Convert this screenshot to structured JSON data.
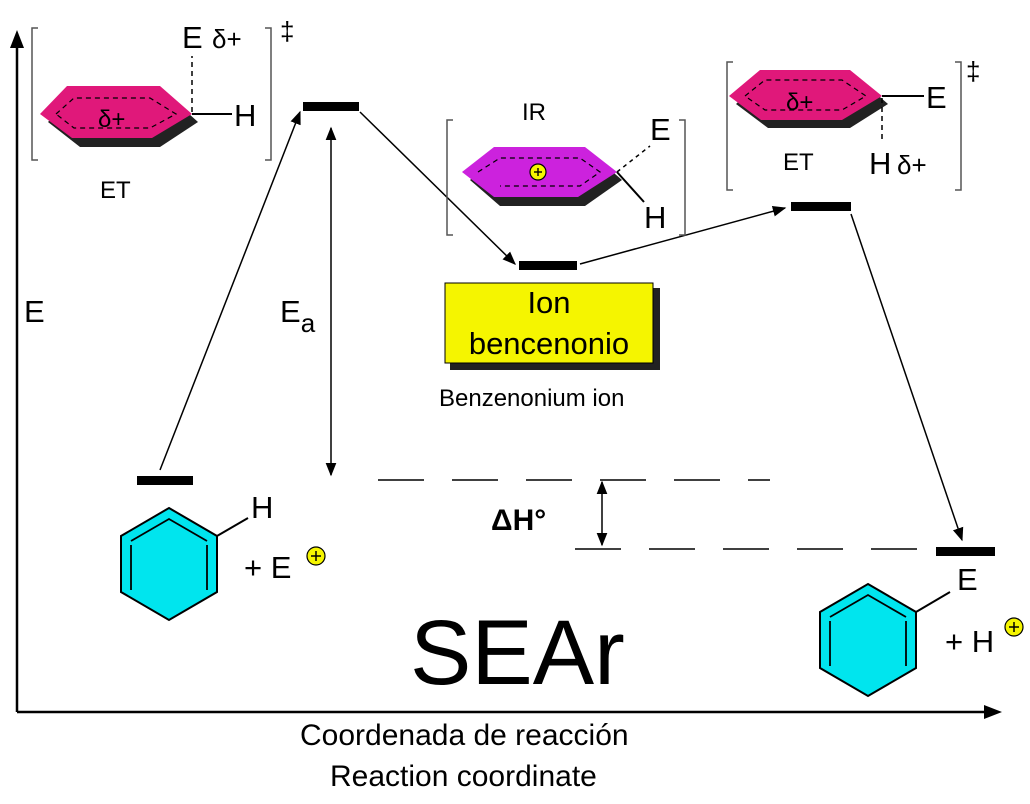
{
  "title": "SEAr",
  "axes": {
    "y_label": "E",
    "x_label_es": "Coordenada de reacción",
    "x_label_en": "Reaction coordinate"
  },
  "ts1": {
    "label": "ET",
    "ring_charge": "δ+",
    "e_label": "E",
    "e_charge": "δ+",
    "h_label": "H",
    "dagger": "‡"
  },
  "intermediate": {
    "label": "IR",
    "e_label": "E",
    "h_label": "H",
    "box_line1": "Ion",
    "box_line2": "bencenonio",
    "caption": "Benzenonium ion"
  },
  "ts2": {
    "label": "ET",
    "ring_charge": "δ+",
    "e_label": "E",
    "h_label": "H",
    "h_charge": "δ+",
    "dagger": "‡"
  },
  "activation_energy": {
    "symbol": "E",
    "subscript": "a"
  },
  "enthalpy": {
    "label": "ΔH°"
  },
  "reactants": {
    "h_label": "H",
    "electrophile": "+ E"
  },
  "products": {
    "e_label": "E",
    "proton": "+ H"
  },
  "colors": {
    "ts_ring": "#e0187a",
    "ir_ring": "#cc22dd",
    "benzene": "#00e5ee",
    "box": "#f5f500",
    "plus_circle": "#f5f500"
  }
}
